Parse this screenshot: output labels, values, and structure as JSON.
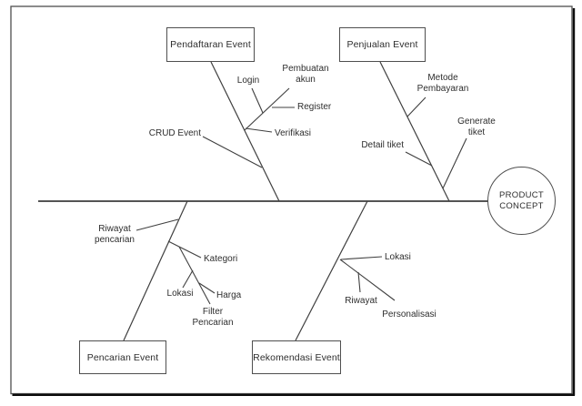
{
  "diagram": {
    "type": "fishbone",
    "head": {
      "label": "PRODUCT\nCONCEPT"
    },
    "categories": [
      {
        "id": "pendaftaran-event",
        "label": "Pendaftaran Event",
        "position": "top-left"
      },
      {
        "id": "penjualan-event",
        "label": "Penjualan Event",
        "position": "top-right"
      },
      {
        "id": "pencarian-event",
        "label": "Pencarian Event",
        "position": "bottom-left"
      },
      {
        "id": "rekomendasi-event",
        "label": "Rekomendasi Event",
        "position": "bottom-right"
      }
    ],
    "causes": {
      "pendaftaran_event": [
        "Login",
        "Pembuatan akun",
        "Register",
        "Verifikasi",
        "CRUD Event"
      ],
      "penjualan_event": [
        "Metode Pembayaran",
        "Generate tiket",
        "Detail tiket"
      ],
      "pencarian_event": [
        "Riwayat pencarian",
        "Kategori",
        "Lokasi",
        "Harga",
        "Filter Pencarian"
      ],
      "rekomendasi_event": [
        "Lokasi",
        "Riwayat",
        "Personalisasi"
      ]
    },
    "labels": {
      "login": "Login",
      "pembuatan_akun": "Pembuatan\nakun",
      "register": "Register",
      "verifikasi": "Verifikasi",
      "crud_event": "CRUD Event",
      "metode_pembayaran": "Metode\nPembayaran",
      "generate_tiket": "Generate\ntiket",
      "detail_tiket": "Detail tiket",
      "riwayat_pencarian": "Riwayat\npencarian",
      "kategori": "Kategori",
      "lokasi_pencarian": "Lokasi",
      "harga": "Harga",
      "filter_pencarian": "Filter\nPencarian",
      "lokasi_rekomendasi": "Lokasi",
      "riwayat_rekomendasi": "Riwayat",
      "personalisasi": "Personalisasi"
    },
    "colors": {
      "line": "#3f3f3f",
      "spine": "#555555",
      "border": "#4f4f4f",
      "text": "#2e2e2e",
      "background": "#ffffff"
    }
  }
}
